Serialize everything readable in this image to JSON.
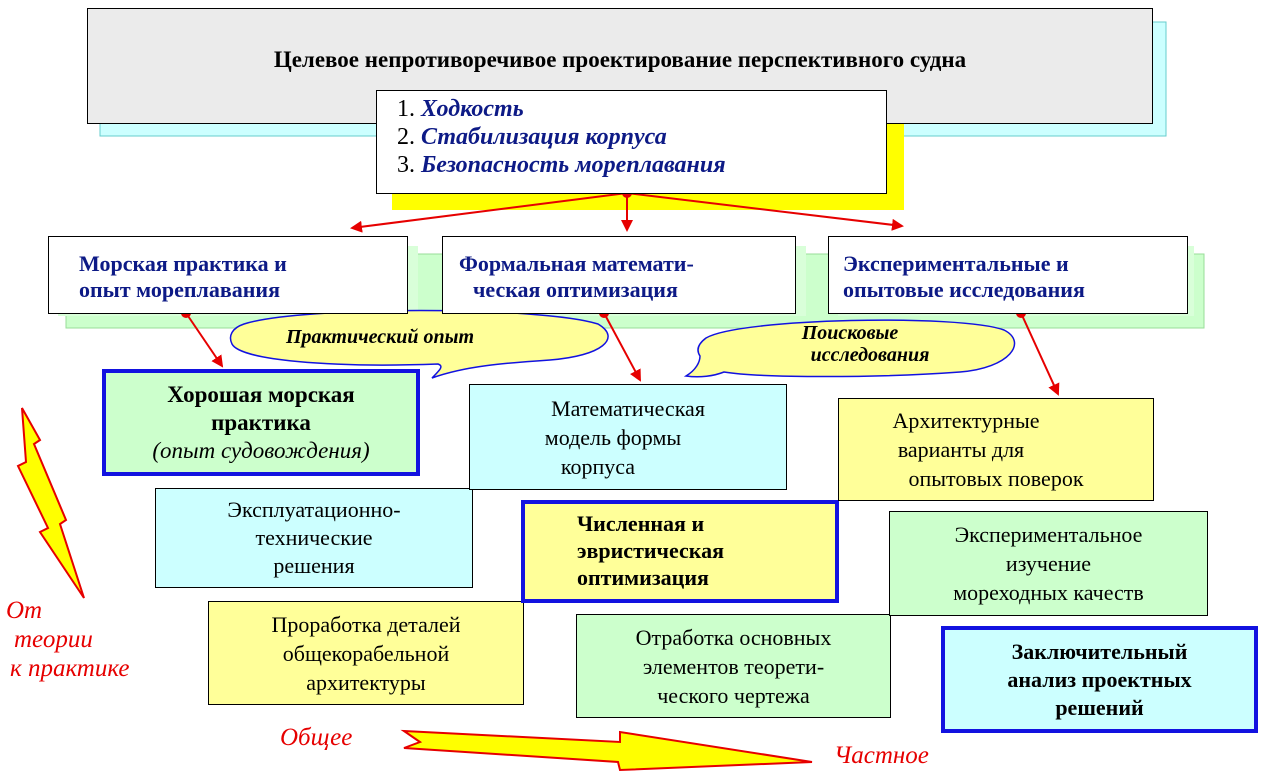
{
  "title": "Целевое непротиворечивое проектирование перспективного судна",
  "goals": [
    {
      "num": "1.",
      "text": "Ходкость"
    },
    {
      "num": "2.",
      "text": "Стабилизация корпуса"
    },
    {
      "num": "3.",
      "text": "Безопасность мореплавания"
    }
  ],
  "approaches": {
    "practice": [
      "Морская практика и",
      "опыт мореплавания"
    ],
    "math": [
      "Формальная математи-",
      "ческая оптимизация"
    ],
    "experiment": [
      "Экспериментальные и",
      "опытовые исследования"
    ]
  },
  "callouts": {
    "practical": "Практический опыт",
    "search": [
      "Поисковые",
      "исследования"
    ]
  },
  "stages": {
    "good_practice": {
      "title": [
        "Хорошая морская",
        "практика"
      ],
      "note": "(опыт судовождения)"
    },
    "operational": [
      "Эксплуатационно-",
      "технические",
      "решения"
    ],
    "details": [
      "Проработка деталей",
      "общекорабельной",
      "архитектуры"
    ],
    "math_model": [
      "Математическая",
      "модель формы",
      "корпуса"
    ],
    "numeric": [
      "Численная и",
      "эвристическая",
      "оптимизация"
    ],
    "drawing": [
      "Отработка основных",
      "элементов теорети-",
      "ческого чертежа"
    ],
    "arch_variants": [
      "Архитектурные",
      "варианты для",
      "опытовых поверок"
    ],
    "exp_study": [
      "Экспериментальное",
      "изучение",
      "мореходных качеств"
    ],
    "final": [
      "Заключительный",
      "анализ проектных",
      "решений"
    ]
  },
  "axis": {
    "theory_to_practice": [
      "От",
      "теории",
      "к практике"
    ],
    "general": "Общее",
    "particular": "Частное"
  },
  "colors": {
    "title_bg": "#ebebeb",
    "title_shadow": "#ccffff",
    "goals_shadow": "#ffff00",
    "approach_band": "#ccffcc",
    "cyan_box": "#ccffff",
    "yellow_box": "#ffff99",
    "green_box": "#ccffcc",
    "blue_border": "#1212e0",
    "red": "#e60000",
    "callout_fill": "#ffff99"
  }
}
